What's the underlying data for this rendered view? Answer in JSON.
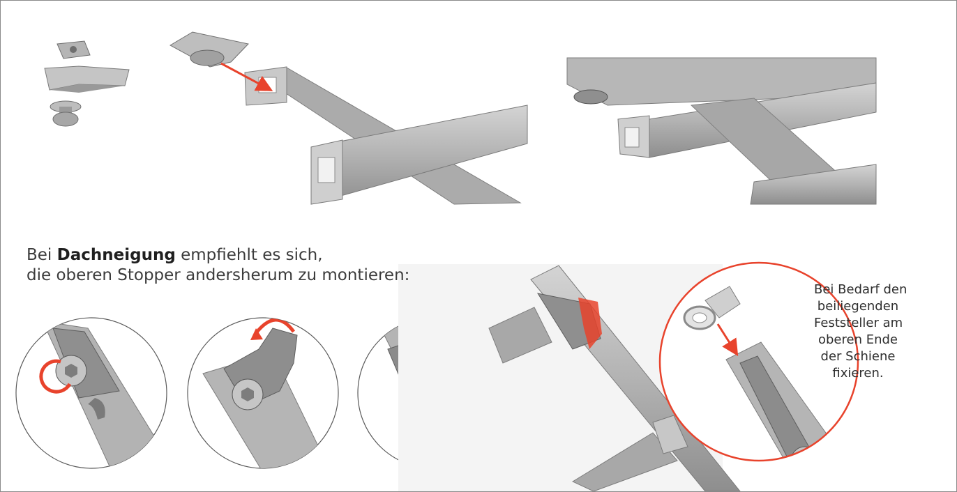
{
  "instruction": {
    "line1_prefix": "Bei ",
    "line1_bold": "Dachneigung",
    "line1_suffix": " empfiehlt es sich,",
    "line2": "die oberen Stopper andersherum zu montieren:"
  },
  "note": {
    "lines": [
      "Bei Bedarf den",
      "beiliegenden",
      "Feststeller am",
      "oberen Ende",
      "der Schiene",
      "fixieren."
    ]
  },
  "colors": {
    "accent_red": "#e8432c",
    "rail_grey": "#b9b9b9",
    "rail_dark": "#8c8c8c",
    "frame": "#8a8a8a"
  }
}
